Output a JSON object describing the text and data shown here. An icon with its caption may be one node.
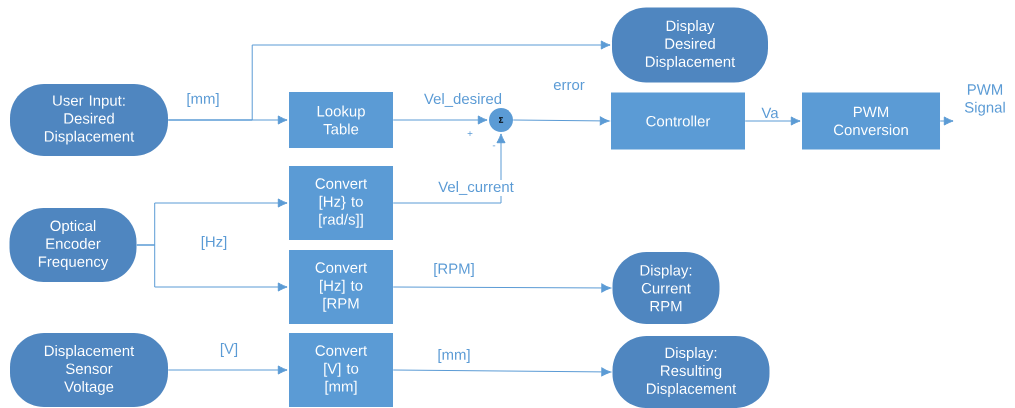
{
  "diagram": {
    "nodes": [
      {
        "text": [
          "User Input: Desired Displacement"
        ]
      },
      {
        "text": [
          "Display Desired Displacement"
        ]
      },
      {
        "text": [
          "Lookup Table"
        ]
      },
      {
        "text": [
          "Σ"
        ]
      },
      {
        "text": [
          "Controller"
        ]
      },
      {
        "text": [
          "PWM Conversion"
        ]
      },
      {
        "text": [
          "PWM Signal"
        ]
      },
      {
        "text": [
          "Optical Encoder Frequency"
        ]
      },
      {
        "text": [
          "Convert [Hz} to [rad/s]]"
        ]
      },
      {
        "text": [
          "Convert [Hz] to [RPM"
        ]
      },
      {
        "text": [
          "Display: Current RPM"
        ]
      },
      {
        "text": [
          "Displacement Sensor Voltage"
        ]
      },
      {
        "text": [
          "Convert [V] to [mm]"
        ]
      },
      {
        "text": [
          "Display: Resulting Displacement"
        ]
      }
    ],
    "edges": [
      {
        "from": 0,
        "to": 1,
        "arrow": "to"
      },
      {
        "from": 0,
        "to": 2,
        "arrow": "to",
        "label": "[mm]"
      },
      {
        "from": 2,
        "to": 3,
        "arrow": "to",
        "label": "Vel_desired"
      },
      {
        "from": 8,
        "to": 3,
        "arrow": "to",
        "label": "Vel_current"
      },
      {
        "from": 3,
        "to": 4,
        "arrow": "to",
        "label": "error"
      },
      {
        "from": 4,
        "to": 5,
        "arrow": "to",
        "label": "Va"
      },
      {
        "from": 5,
        "to": 6,
        "arrow": "to"
      },
      {
        "from": 7,
        "to": 8,
        "arrow": "to"
      },
      {
        "from": 7,
        "to": 9,
        "arrow": "to",
        "label": "[Hz]"
      },
      {
        "from": 9,
        "to": 10,
        "arrow": "to",
        "label": "[RPM]"
      },
      {
        "from": 11,
        "to": 12,
        "arrow": "to",
        "label": "[V]"
      },
      {
        "from": 12,
        "to": 13,
        "arrow": "to",
        "label": "[mm]"
      }
    ],
    "labels": [
      "+",
      "-"
    ]
  }
}
